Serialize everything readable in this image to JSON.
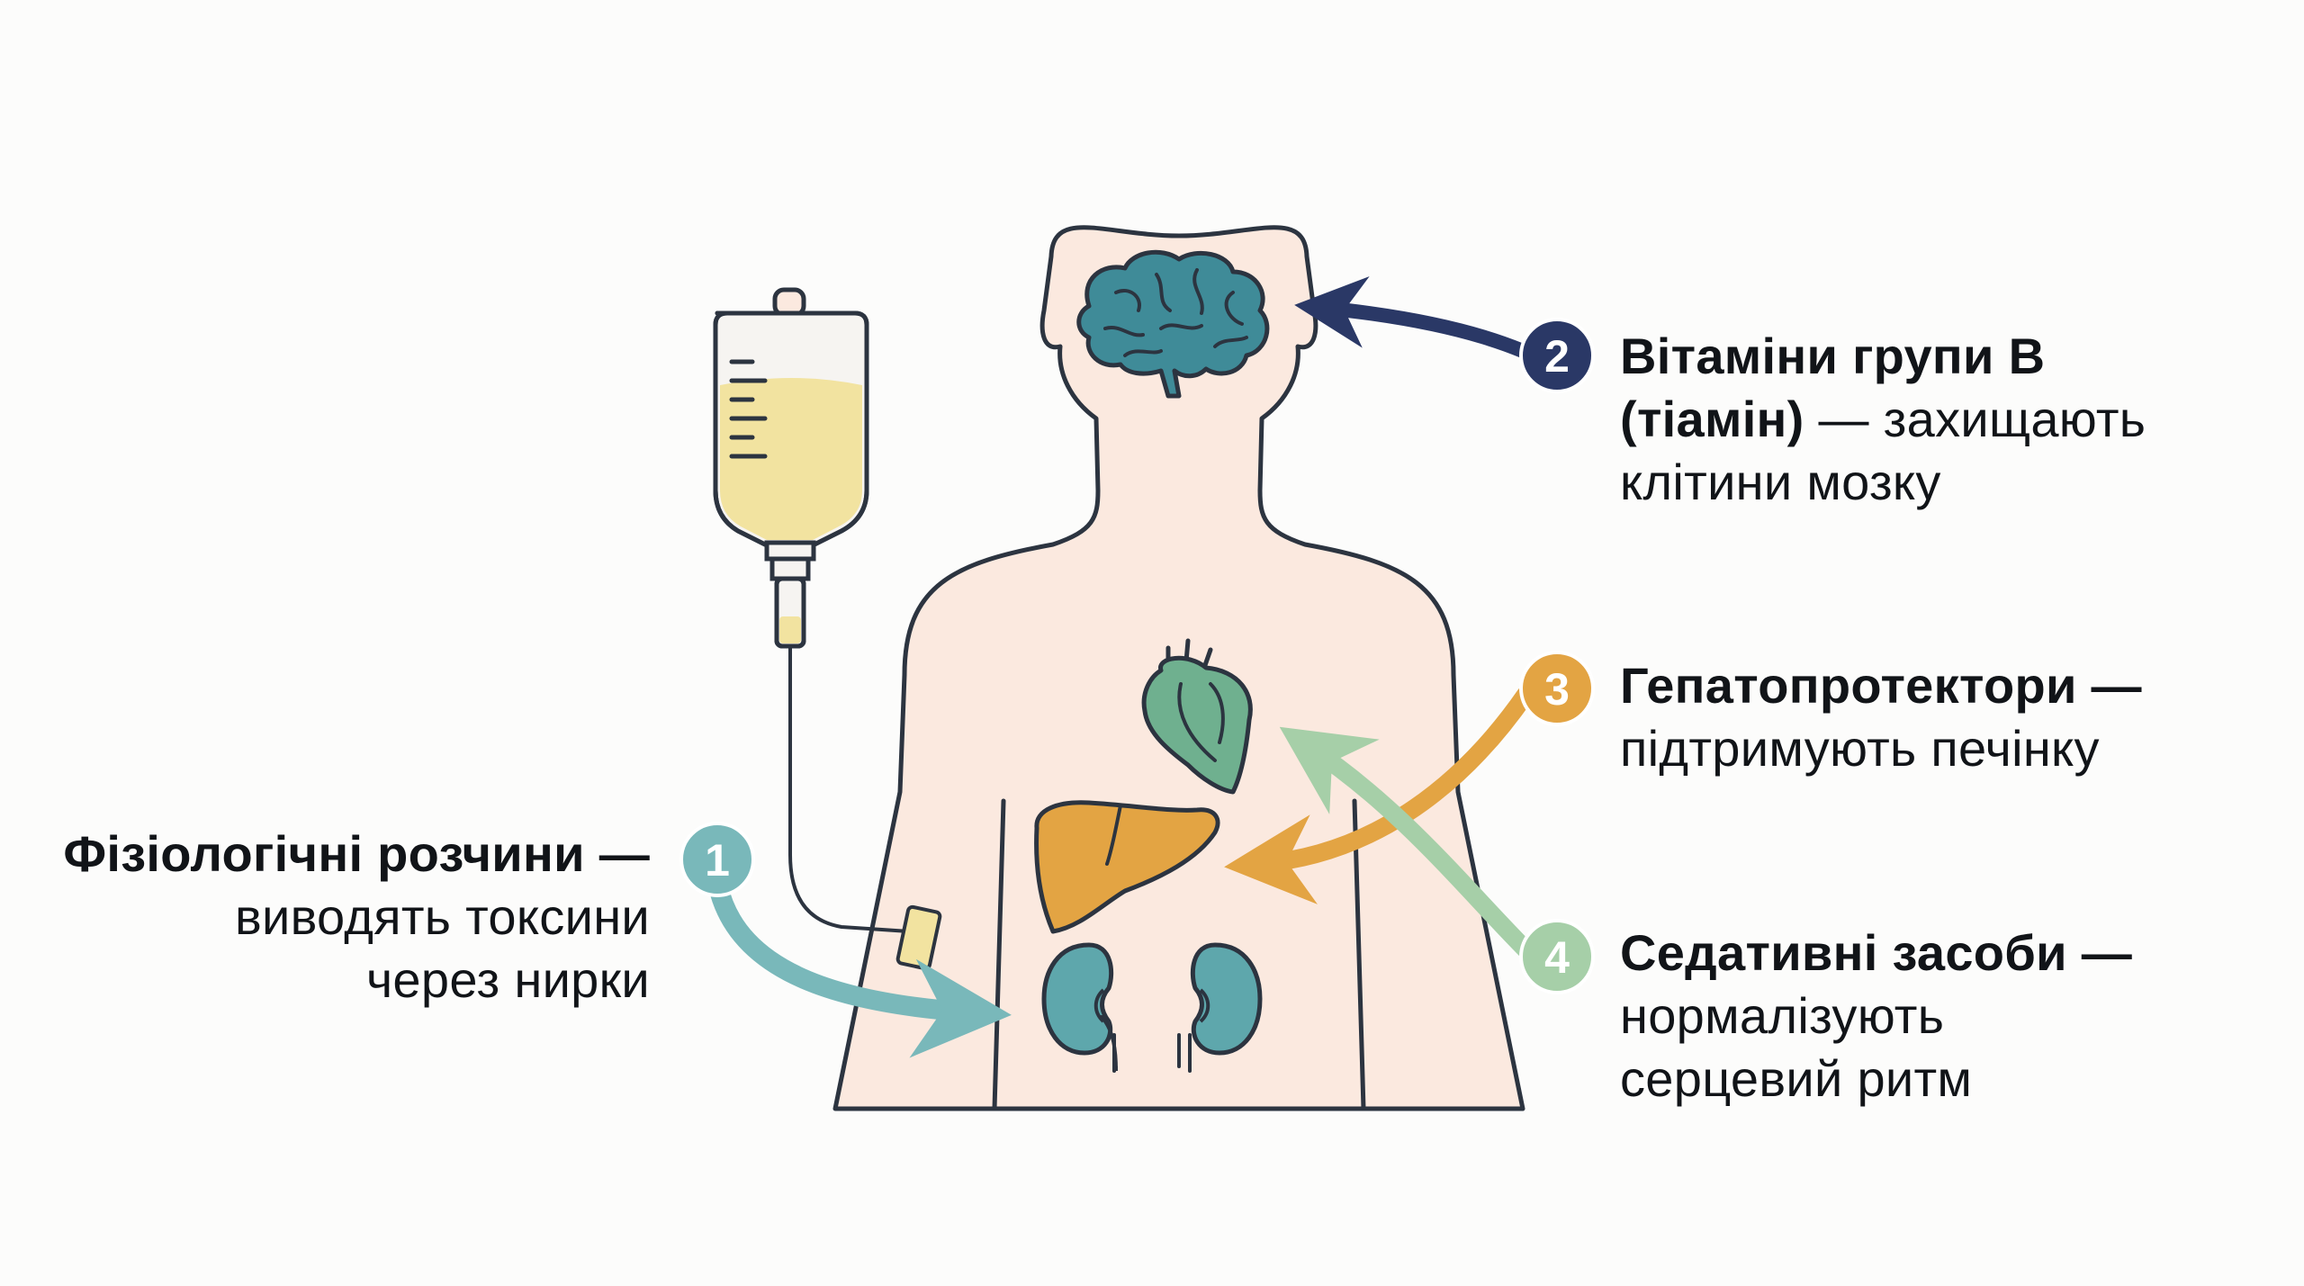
{
  "colors": {
    "background": "#fcfcfb",
    "outline": "#2c3440",
    "body_fill": "#fbe9df",
    "brain_teal": "#3f8b98",
    "heart_green": "#6fb08f",
    "liver_orange": "#e3a443",
    "kidney_teal": "#5ea7ac",
    "iv_fluid": "#f2e3a0",
    "arrow_1": "#79b8ba",
    "arrow_2": "#2a3866",
    "arrow_3": "#e3a443",
    "arrow_4": "#a6cfa8"
  },
  "icons": {
    "iv_bag": "iv-bag-icon",
    "brain": "brain-icon",
    "heart": "heart-icon",
    "liver": "liver-icon",
    "kidneys": "kidney-icon"
  },
  "items": [
    {
      "number": "1",
      "title": "Фізіологічні розчини —",
      "lines": [
        "виводять токсини",
        "через нирки"
      ],
      "target": "kidneys"
    },
    {
      "number": "2",
      "title": "Вітаміни групи В",
      "title_line2_bold": "(тіамін)",
      "title_line2_rest": " — захищають",
      "lines": [
        "клітини мозку"
      ],
      "target": "brain"
    },
    {
      "number": "3",
      "title": "Гепатопротектори —",
      "lines": [
        "підтримують печінку"
      ],
      "target": "liver"
    },
    {
      "number": "4",
      "title": "Седативні засоби —",
      "lines": [
        "нормалізують",
        "серцевий ритм"
      ],
      "target": "heart"
    }
  ]
}
